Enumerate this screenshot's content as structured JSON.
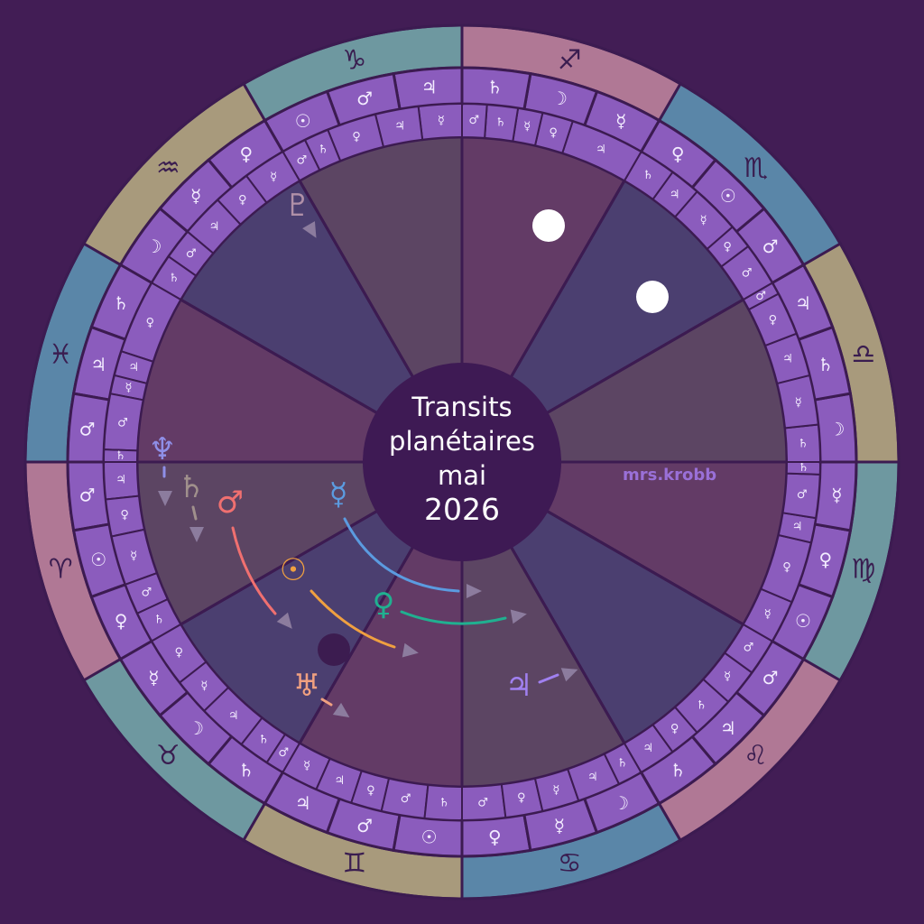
{
  "title": {
    "line1": "Transits",
    "line2": "planétaires",
    "line3": "mai",
    "line4": "2026"
  },
  "watermark": "mrs.krobb",
  "colors": {
    "background": "#421d55",
    "center": "#3e1a54",
    "band": "#8b5cbd",
    "line": "#3c1b51",
    "fire": "#b07895",
    "earth": "#6e98a0",
    "air": "#a89a7c",
    "water": "#5a86a8",
    "houses": [
      "#633b66",
      "#4b3f70",
      "#5c4563"
    ]
  },
  "planets": {
    "sun": "☉",
    "moon": "☽",
    "mercury": "☿",
    "venus": "♀",
    "mars": "♂",
    "jupiter": "♃",
    "saturn": "♄",
    "uranus": "♅",
    "neptune": "♆",
    "pluto": "♇"
  },
  "zodiac": [
    {
      "name": "aries",
      "glyph": "♈",
      "element": "fire",
      "decans": [
        "mars",
        "sun",
        "venus"
      ],
      "terms": [
        [
          "jupiter",
          6
        ],
        [
          "venus",
          12
        ],
        [
          "mercury",
          20
        ],
        [
          "mars",
          25
        ],
        [
          "saturn",
          30
        ]
      ]
    },
    {
      "name": "taurus",
      "glyph": "♉",
      "element": "earth",
      "decans": [
        "mercury",
        "moon",
        "saturn"
      ],
      "terms": [
        [
          "venus",
          8
        ],
        [
          "mercury",
          14
        ],
        [
          "jupiter",
          22
        ],
        [
          "saturn",
          27
        ],
        [
          "mars",
          30
        ]
      ]
    },
    {
      "name": "gemini",
      "glyph": "♊",
      "element": "air",
      "decans": [
        "jupiter",
        "mars",
        "sun"
      ],
      "terms": [
        [
          "mercury",
          6
        ],
        [
          "jupiter",
          12
        ],
        [
          "venus",
          17
        ],
        [
          "mars",
          24
        ],
        [
          "saturn",
          30
        ]
      ]
    },
    {
      "name": "cancer",
      "glyph": "♋",
      "element": "water",
      "decans": [
        "venus",
        "mercury",
        "moon"
      ],
      "terms": [
        [
          "mars",
          7
        ],
        [
          "venus",
          13
        ],
        [
          "mercury",
          19
        ],
        [
          "jupiter",
          26
        ],
        [
          "saturn",
          30
        ]
      ]
    },
    {
      "name": "leo",
      "glyph": "♌",
      "element": "fire",
      "decans": [
        "saturn",
        "jupiter",
        "mars"
      ],
      "terms": [
        [
          "jupiter",
          6
        ],
        [
          "venus",
          11
        ],
        [
          "saturn",
          18
        ],
        [
          "mercury",
          24
        ],
        [
          "mars",
          30
        ]
      ]
    },
    {
      "name": "virgo",
      "glyph": "♍",
      "element": "earth",
      "decans": [
        "sun",
        "venus",
        "mercury"
      ],
      "terms": [
        [
          "mercury",
          7
        ],
        [
          "venus",
          17
        ],
        [
          "jupiter",
          21
        ],
        [
          "mars",
          28
        ],
        [
          "saturn",
          30
        ]
      ]
    },
    {
      "name": "libra",
      "glyph": "♎",
      "element": "air",
      "decans": [
        "moon",
        "saturn",
        "jupiter"
      ],
      "terms": [
        [
          "saturn",
          6
        ],
        [
          "mercury",
          14
        ],
        [
          "jupiter",
          21
        ],
        [
          "venus",
          28
        ],
        [
          "mars",
          30
        ]
      ]
    },
    {
      "name": "scorpio",
      "glyph": "♏",
      "element": "water",
      "decans": [
        "mars",
        "sun",
        "venus"
      ],
      "terms": [
        [
          "mars",
          7
        ],
        [
          "venus",
          11
        ],
        [
          "mercury",
          19
        ],
        [
          "jupiter",
          24
        ],
        [
          "saturn",
          30
        ]
      ]
    },
    {
      "name": "sagittarius",
      "glyph": "♐",
      "element": "fire",
      "decans": [
        "mercury",
        "moon",
        "saturn"
      ],
      "terms": [
        [
          "jupiter",
          12
        ],
        [
          "venus",
          17
        ],
        [
          "mercury",
          21
        ],
        [
          "saturn",
          26
        ],
        [
          "mars",
          30
        ]
      ]
    },
    {
      "name": "capricorn",
      "glyph": "♑",
      "element": "earth",
      "decans": [
        "jupiter",
        "mars",
        "sun"
      ],
      "terms": [
        [
          "mercury",
          7
        ],
        [
          "jupiter",
          14
        ],
        [
          "venus",
          22
        ],
        [
          "saturn",
          26
        ],
        [
          "mars",
          30
        ]
      ]
    },
    {
      "name": "aquarius",
      "glyph": "♒",
      "element": "air",
      "decans": [
        "venus",
        "mercury",
        "moon"
      ],
      "terms": [
        [
          "mercury",
          7
        ],
        [
          "venus",
          13
        ],
        [
          "jupiter",
          20
        ],
        [
          "mars",
          25
        ],
        [
          "saturn",
          30
        ]
      ]
    },
    {
      "name": "pisces",
      "glyph": "♓",
      "element": "water",
      "decans": [
        "saturn",
        "jupiter",
        "mars"
      ],
      "terms": [
        [
          "venus",
          12
        ],
        [
          "jupiter",
          16
        ],
        [
          "mercury",
          19
        ],
        [
          "mars",
          28
        ],
        [
          "saturn",
          30
        ]
      ]
    }
  ],
  "transits": [
    {
      "planet": "neptune",
      "glyph": "♆",
      "color": "#8f8fe8"
    },
    {
      "planet": "saturn",
      "glyph": "♄",
      "color": "#a0908c"
    },
    {
      "planet": "mars",
      "glyph": "♂",
      "color": "#f07070"
    },
    {
      "planet": "mercury",
      "glyph": "☿",
      "color": "#5b9be0"
    },
    {
      "planet": "sun",
      "glyph": "☉",
      "color": "#f0a040"
    },
    {
      "planet": "venus",
      "glyph": "♀",
      "color": "#20b090"
    },
    {
      "planet": "uranus",
      "glyph": "♅",
      "color": "#f0a080"
    },
    {
      "planet": "jupiter",
      "glyph": "♃",
      "color": "#a080f0"
    },
    {
      "planet": "pluto",
      "glyph": "♇",
      "color": "#b090a8"
    }
  ]
}
